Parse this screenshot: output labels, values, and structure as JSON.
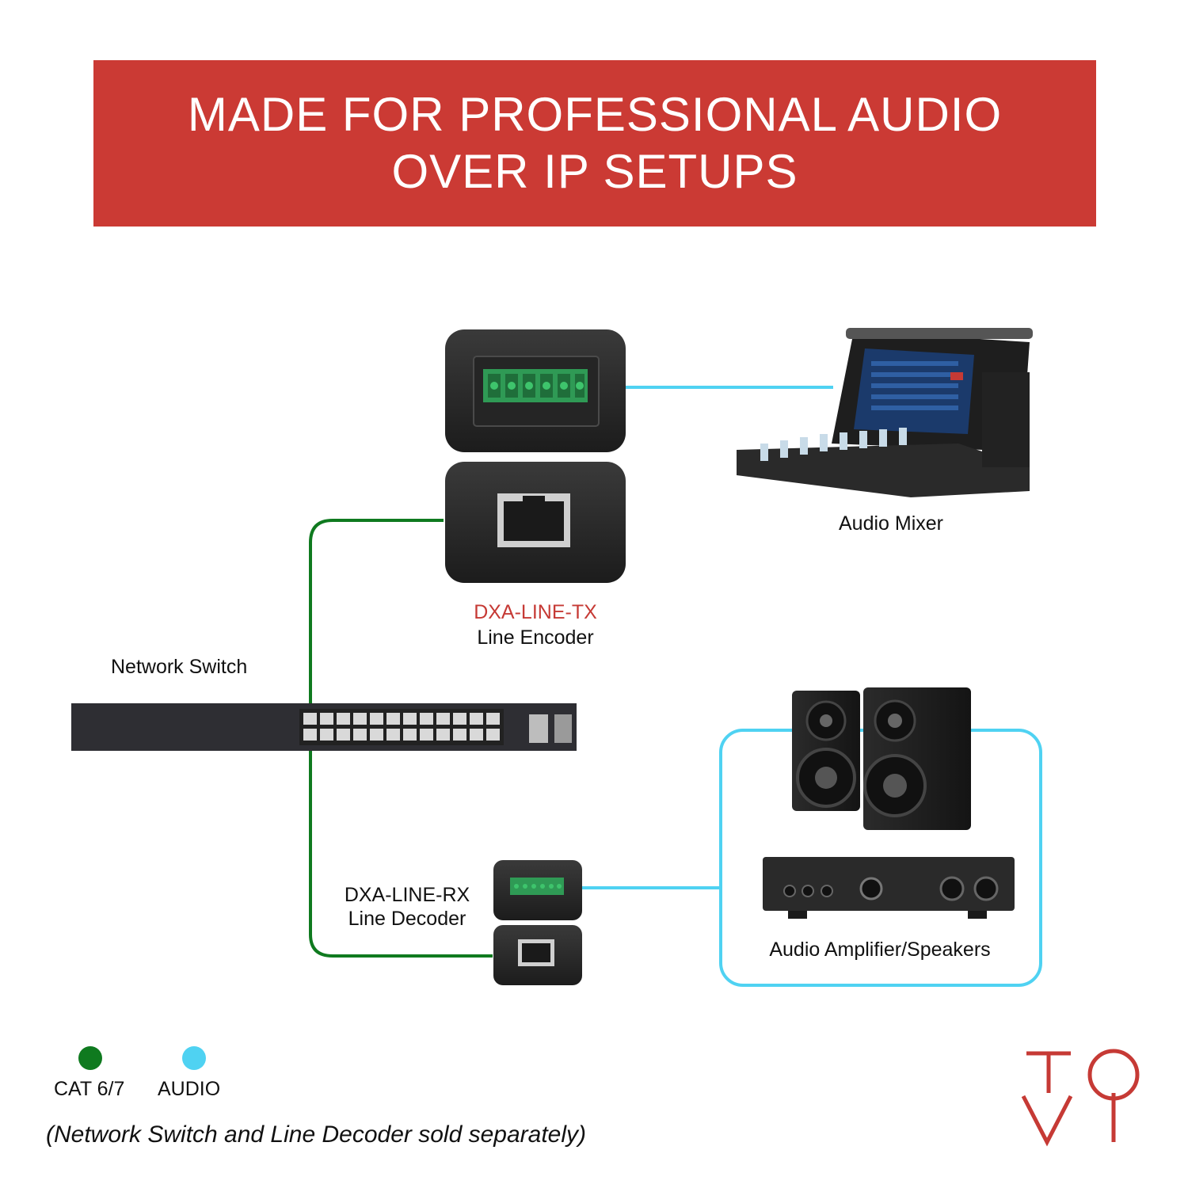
{
  "banner": {
    "line1": "MADE FOR PROFESSIONAL AUDIO",
    "line2": "OVER IP SETUPS"
  },
  "devices": {
    "tx": {
      "model": "DXA-LINE-TX",
      "name": "Line Encoder"
    },
    "rx": {
      "model": "DXA-LINE-RX",
      "name": "Line Decoder"
    },
    "switch": {
      "name": "Network Switch"
    },
    "mixer": {
      "name": "Audio Mixer"
    },
    "amp": {
      "name": "Audio Amplifier/Speakers"
    }
  },
  "legend": [
    {
      "label": "CAT 6/7",
      "color": "#0f7a1f"
    },
    {
      "label": "AUDIO",
      "color": "#4fd2f2"
    }
  ],
  "footnote": "(Network Switch and Line Decoder sold separately)",
  "colors": {
    "brand": "#cb3a34",
    "cat": "#0f7a1f",
    "audio": "#4fd2f2"
  }
}
